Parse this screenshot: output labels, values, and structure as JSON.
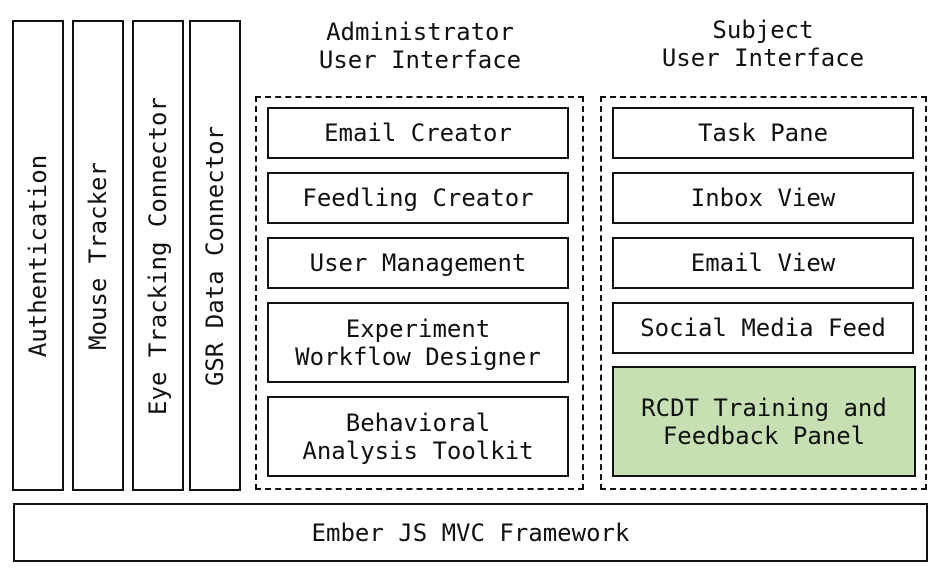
{
  "colors": {
    "highlight": "#c6e0b4",
    "stroke": "#111111",
    "background": "#ffffff"
  },
  "vertical_modules": [
    "Authentication",
    "Mouse Tracker",
    "Eye Tracking Connector",
    "GSR Data Connector"
  ],
  "admin": {
    "title_line1": "Administrator",
    "title_line2": "User Interface",
    "items": [
      {
        "line1": "Email Creator",
        "line2": ""
      },
      {
        "line1": "Feedling Creator",
        "line2": ""
      },
      {
        "line1": "User Management",
        "line2": ""
      },
      {
        "line1": "Experiment",
        "line2": "Workflow Designer"
      },
      {
        "line1": "Behavioral",
        "line2": "Analysis Toolkit"
      }
    ]
  },
  "subject": {
    "title_line1": "Subject",
    "title_line2": "User Interface",
    "items": [
      {
        "line1": "Task Pane",
        "line2": ""
      },
      {
        "line1": "Inbox View",
        "line2": ""
      },
      {
        "line1": "Email View",
        "line2": ""
      },
      {
        "line1": "Social Media Feed",
        "line2": ""
      },
      {
        "line1": "RCDT Training and",
        "line2": "Feedback Panel"
      }
    ]
  },
  "framework": "Ember JS MVC Framework"
}
